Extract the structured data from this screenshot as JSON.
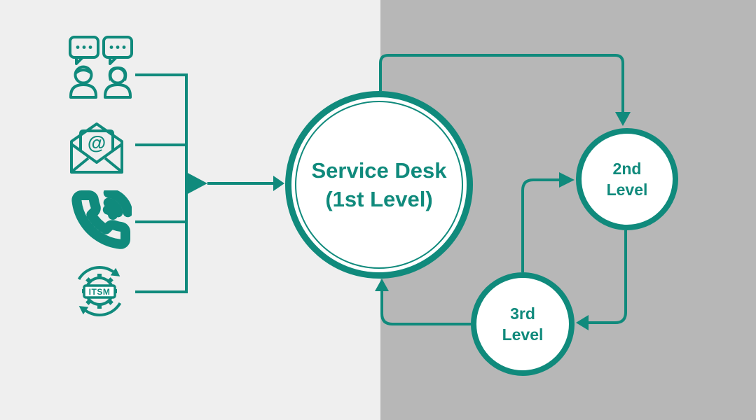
{
  "colors": {
    "accent": "#108A7C",
    "background_left": "#EFEFEF",
    "background_right": "#B7B7B7",
    "node_fill": "#FFFFFF"
  },
  "channels": {
    "items": [
      {
        "icon": "chat-conversation-icon"
      },
      {
        "icon": "email-icon"
      },
      {
        "icon": "phone-call-icon"
      },
      {
        "icon": "itsm-cycle-icon"
      }
    ],
    "itsm_label": "ITSM"
  },
  "nodes": {
    "service_desk": {
      "line1": "Service Desk",
      "line2": "(1st Level)"
    },
    "second_level": {
      "line1": "2nd",
      "line2": "Level"
    },
    "third_level": {
      "line1": "3rd",
      "line2": "Level"
    }
  },
  "flow_edges": [
    {
      "from": "channels",
      "to": "service_desk"
    },
    {
      "from": "service_desk",
      "to": "second_level"
    },
    {
      "from": "second_level",
      "to": "third_level"
    },
    {
      "from": "third_level",
      "to": "second_level"
    },
    {
      "from": "third_level",
      "to": "service_desk"
    }
  ]
}
